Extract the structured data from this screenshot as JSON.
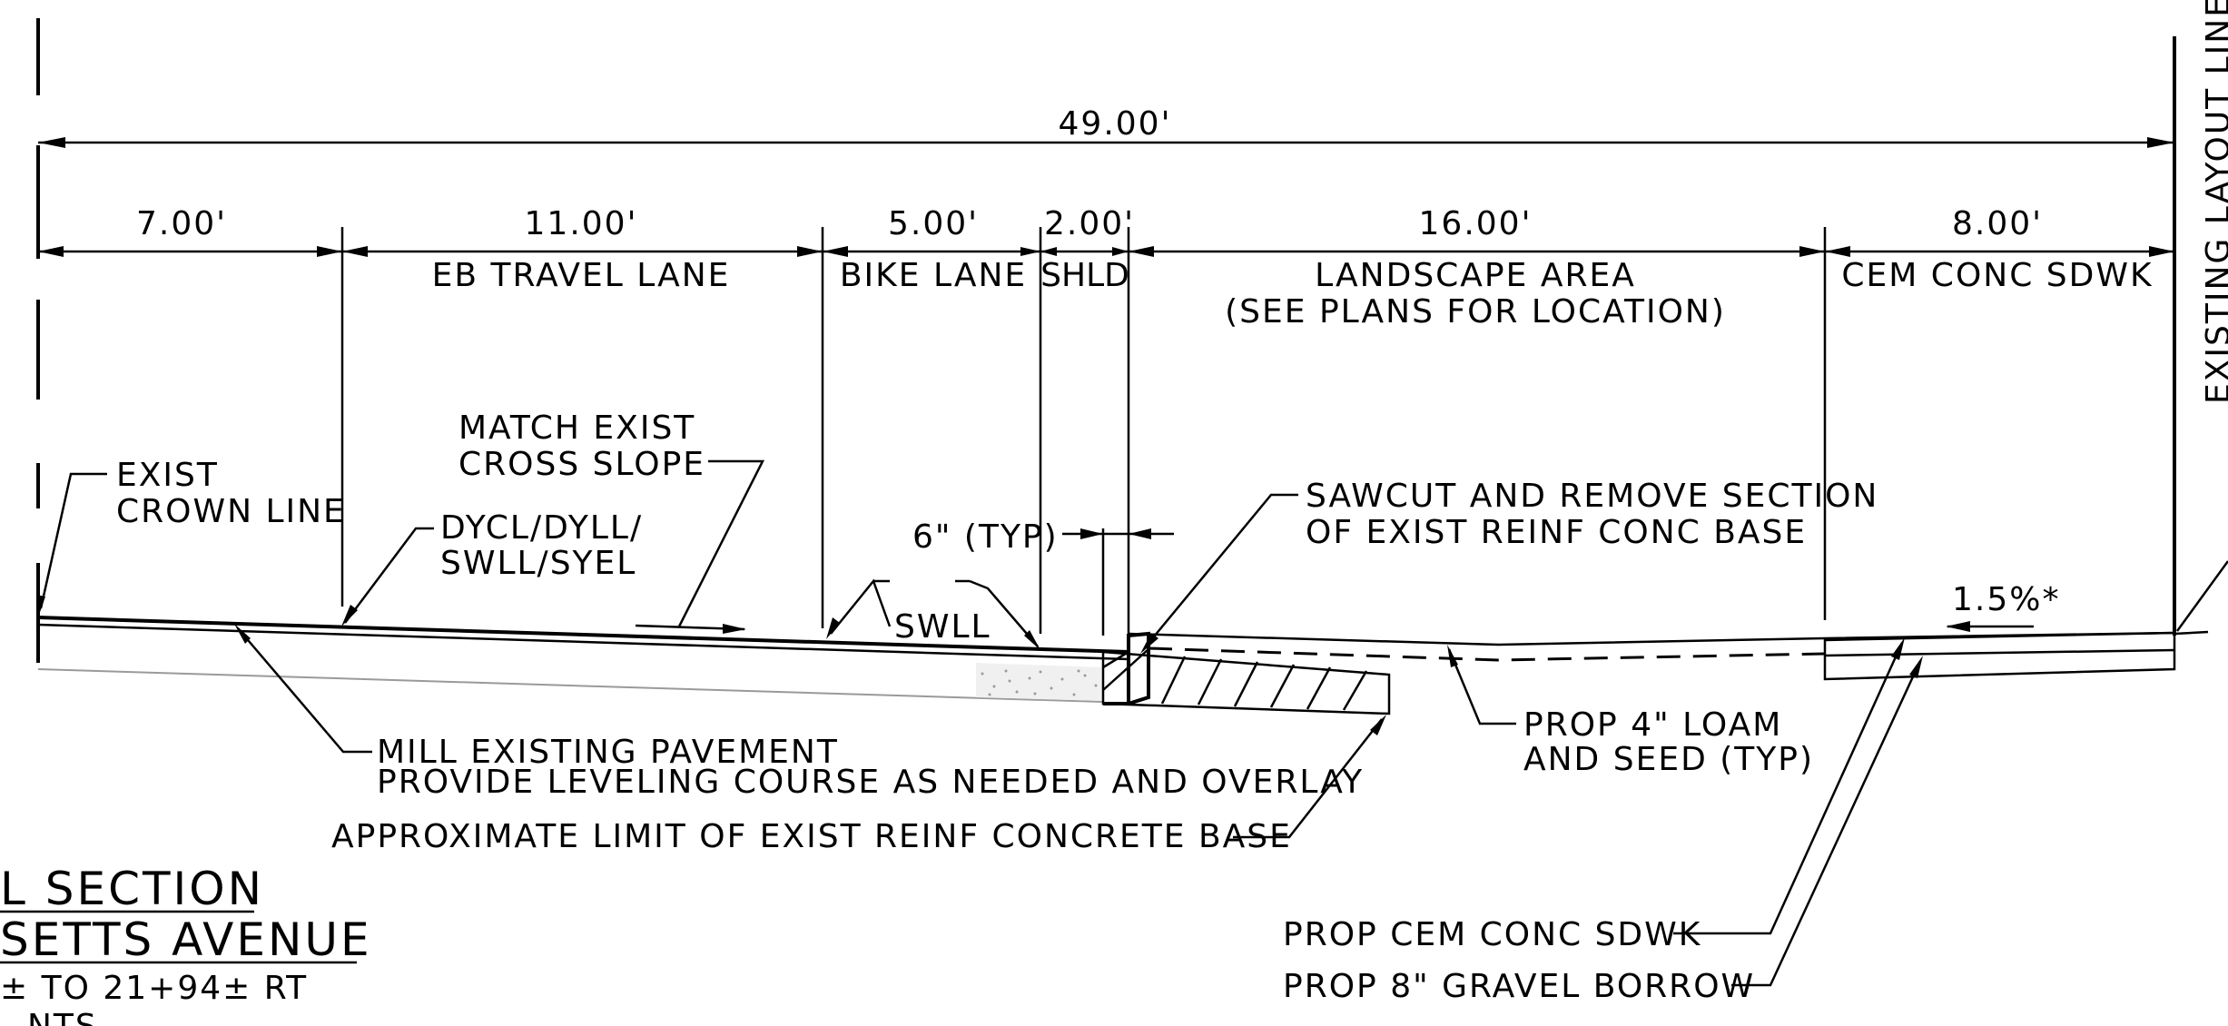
{
  "dimensions": {
    "total": "49.00'",
    "segments": [
      "7.00'",
      "11.00'",
      "5.00'",
      "2.00'",
      "16.00'",
      "8.00'"
    ]
  },
  "zones": {
    "eb_travel_lane": "EB TRAVEL LANE",
    "bike_lane": "BIKE LANE",
    "shoulder": "SHLD",
    "landscape_line1": "LANDSCAPE AREA",
    "landscape_line2": "(SEE PLANS FOR LOCATION)",
    "sidewalk": "CEM CONC SDWK",
    "layout_line": "EXISTING LAYOUT LINE"
  },
  "callouts": {
    "crown_line1": "EXIST",
    "crown_line2": "CROWN LINE",
    "match1": "MATCH EXIST",
    "match2": "CROSS SLOPE",
    "markings1": "DYCL/DYLL/",
    "markings2": "SWLL/SYEL",
    "typ6": "6\" (TYP)",
    "swll": "SWLL",
    "sawcut1": "SAWCUT AND REMOVE SECTION",
    "sawcut2": "OF EXIST REINF CONC BASE",
    "slope": "1.5%*",
    "loam1": "PROP 4\" LOAM",
    "loam2": "AND SEED (TYP)",
    "mill1": "MILL EXISTING PAVEMENT",
    "mill2": "PROVIDE LEVELING COURSE AS NEEDED AND OVERLAY",
    "approx": "APPROXIMATE LIMIT OF EXIST REINF CONCRETE BASE",
    "prop_sdwk": "PROP CEM CONC SDWK",
    "prop_gravel": "PROP 8\" GRAVEL BORROW"
  },
  "title": {
    "line1": "L SECTION",
    "line2": "SETTS AVENUE",
    "line3": "± TO 21+94± RT",
    "line4": "NTS"
  }
}
